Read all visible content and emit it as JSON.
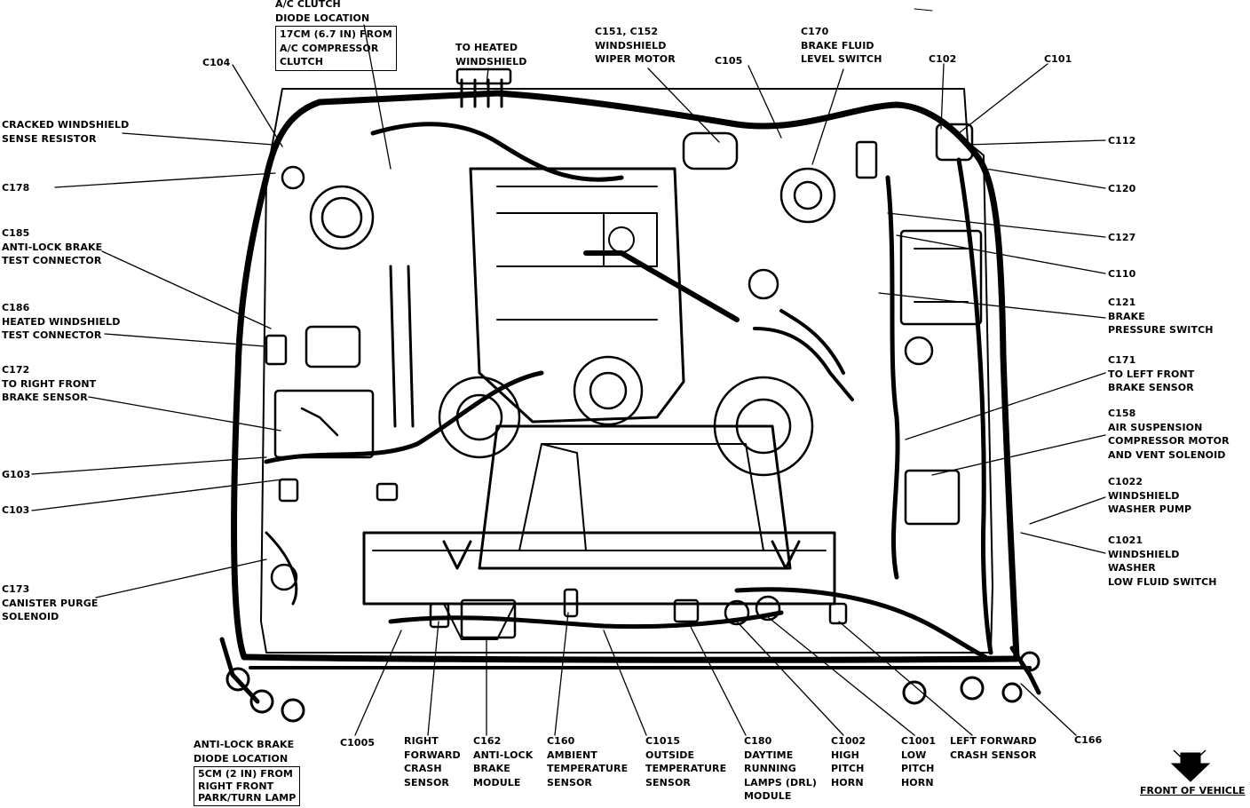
{
  "labels": {
    "ac_clutch": {
      "lines": [
        "A/C CLUTCH",
        "DIODE LOCATION"
      ],
      "box": [
        "17CM (6.7 IN) FROM",
        "A/C COMPRESSOR",
        "CLUTCH"
      ]
    },
    "to_heated": [
      "TO HEATED",
      "WINDSHIELD"
    ],
    "c151": [
      "C151, C152",
      "WINDSHIELD",
      "WIPER MOTOR"
    ],
    "c170": [
      "C170",
      "BRAKE FLUID",
      "LEVEL SWITCH"
    ],
    "c104": [
      "C104"
    ],
    "c105": [
      "C105"
    ],
    "c102": [
      "C102"
    ],
    "c101": [
      "C101"
    ],
    "cracked": [
      "CRACKED WINDSHIELD",
      "SENSE RESISTOR"
    ],
    "c178": [
      "C178"
    ],
    "c185": [
      "C185",
      "ANTI-LOCK BRAKE",
      "TEST CONNECTOR"
    ],
    "c186": [
      "C186",
      "HEATED WINDSHIELD",
      "TEST CONNECTOR"
    ],
    "c172": [
      "C172",
      "TO RIGHT FRONT",
      "BRAKE SENSOR"
    ],
    "g103": [
      "G103"
    ],
    "c103": [
      "C103"
    ],
    "c173": [
      "C173",
      "CANISTER PURGE",
      "SOLENOID"
    ],
    "c112": [
      "C112"
    ],
    "c120": [
      "C120"
    ],
    "c127": [
      "C127"
    ],
    "c110": [
      "C110"
    ],
    "c121": [
      "C121",
      "BRAKE",
      "PRESSURE SWITCH"
    ],
    "c171": [
      "C171",
      "TO LEFT FRONT",
      "BRAKE SENSOR"
    ],
    "c158": [
      "C158",
      "AIR SUSPENSION",
      "COMPRESSOR MOTOR",
      "AND VENT SOLENOID"
    ],
    "c1022": [
      "C1022",
      "WINDSHIELD",
      "WASHER PUMP"
    ],
    "c1021": [
      "C1021",
      "WINDSHIELD",
      "WASHER",
      "LOW FLUID SWITCH"
    ],
    "antilock_diode": {
      "lines": [
        "ANTI-LOCK BRAKE",
        "DIODE LOCATION"
      ],
      "box": [
        "5CM (2 IN) FROM",
        "RIGHT FRONT",
        "PARK/TURN LAMP"
      ]
    },
    "c1005": [
      "C1005"
    ],
    "right_crash": [
      "RIGHT",
      "FORWARD",
      "CRASH",
      "SENSOR"
    ],
    "c162": [
      "C162",
      "ANTI-LOCK",
      "BRAKE",
      "MODULE"
    ],
    "c160": [
      "C160",
      "AMBIENT",
      "TEMPERATURE",
      "SENSOR"
    ],
    "c1015": [
      "C1015",
      "OUTSIDE",
      "TEMPERATURE",
      "SENSOR"
    ],
    "c180": [
      "C180",
      "DAYTIME",
      "RUNNING",
      "LAMPS (DRL)",
      "MODULE"
    ],
    "c1002": [
      "C1002",
      "HIGH",
      "PITCH",
      "HORN"
    ],
    "c1001": [
      "C1001",
      "LOW",
      "PITCH",
      "HORN"
    ],
    "left_crash": [
      "LEFT FORWARD",
      "CRASH SENSOR"
    ],
    "c166": [
      "C166"
    ],
    "front_of_vehicle": "FRONT OF VEHICLE"
  },
  "colors": {
    "ink": "#000000",
    "paper": "#ffffff"
  }
}
